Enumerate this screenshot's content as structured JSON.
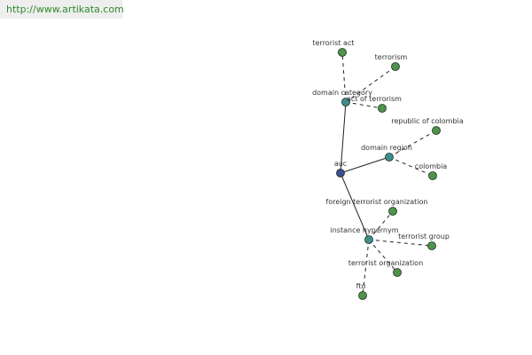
{
  "header": {
    "url": "http://www.artikata.com"
  },
  "colors": {
    "root_node": "#3a4f94",
    "relation_node": "#3d8f8c",
    "leaf_node": "#4e944a",
    "edge": "#222222"
  },
  "graph": {
    "nodes": [
      {
        "id": "auc",
        "label": "auc",
        "kind": "root"
      },
      {
        "id": "domain-category",
        "label": "domain category",
        "kind": "relation"
      },
      {
        "id": "domain-region",
        "label": "domain region",
        "kind": "relation"
      },
      {
        "id": "instance-hypernym",
        "label": "instance hypernym",
        "kind": "relation"
      },
      {
        "id": "terrorist-act",
        "label": "terrorist act",
        "kind": "leaf"
      },
      {
        "id": "terrorism",
        "label": "terrorism",
        "kind": "leaf"
      },
      {
        "id": "act-of-terrorism",
        "label": "act of terrorism",
        "kind": "leaf"
      },
      {
        "id": "republic-of-colombia",
        "label": "republic of colombia",
        "kind": "leaf"
      },
      {
        "id": "colombia",
        "label": "colombia",
        "kind": "leaf"
      },
      {
        "id": "foreign-terrorist-organization",
        "label": "foreign terrorist organization",
        "kind": "leaf"
      },
      {
        "id": "terrorist-group",
        "label": "terrorist group",
        "kind": "leaf"
      },
      {
        "id": "terrorist-organization",
        "label": "terrorist organization",
        "kind": "leaf"
      },
      {
        "id": "fto",
        "label": "fto",
        "kind": "leaf"
      }
    ],
    "edges": [
      {
        "from": "auc",
        "to": "domain-category",
        "style": "solid"
      },
      {
        "from": "auc",
        "to": "domain-region",
        "style": "solid"
      },
      {
        "from": "auc",
        "to": "instance-hypernym",
        "style": "solid"
      },
      {
        "from": "domain-category",
        "to": "terrorist-act",
        "style": "dashed"
      },
      {
        "from": "domain-category",
        "to": "terrorism",
        "style": "dashed"
      },
      {
        "from": "domain-category",
        "to": "act-of-terrorism",
        "style": "dashed"
      },
      {
        "from": "domain-region",
        "to": "republic-of-colombia",
        "style": "dashed"
      },
      {
        "from": "domain-region",
        "to": "colombia",
        "style": "dashed"
      },
      {
        "from": "instance-hypernym",
        "to": "foreign-terrorist-organization",
        "style": "dashed"
      },
      {
        "from": "instance-hypernym",
        "to": "terrorist-group",
        "style": "dashed"
      },
      {
        "from": "instance-hypernym",
        "to": "terrorist-organization",
        "style": "dashed"
      },
      {
        "from": "instance-hypernym",
        "to": "fto",
        "style": "dashed"
      }
    ]
  }
}
